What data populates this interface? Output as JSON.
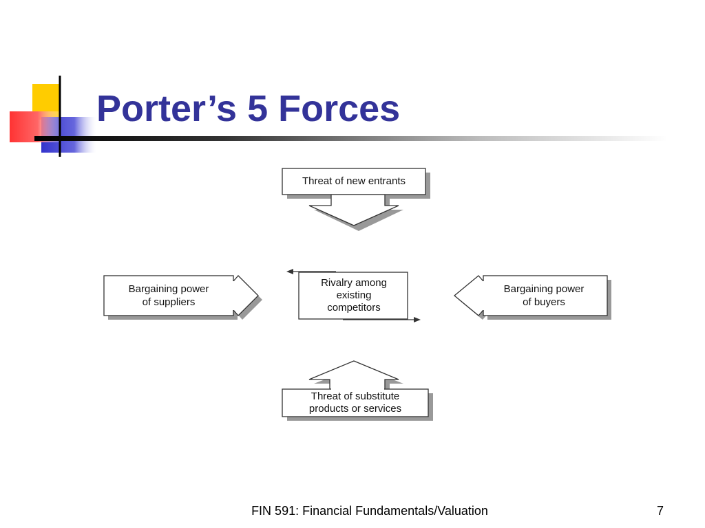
{
  "slide": {
    "title": "Porter’s 5 Forces",
    "footer": "FIN 591: Financial Fundamentals/Valuation",
    "page_number": "7"
  },
  "forces": {
    "new_entrants": [
      "Threat of new entrants"
    ],
    "suppliers": [
      "Bargaining power",
      "of suppliers"
    ],
    "rivalry": [
      "Rivalry among",
      "existing",
      "competitors"
    ],
    "buyers": [
      "Bargaining power",
      "of buyers"
    ],
    "substitutes": [
      "Threat of substitute",
      "products or services"
    ]
  },
  "colors": {
    "title": "#333399",
    "logo_yellow": "#ffcc00",
    "logo_red": "#ff3333",
    "logo_blue": "#3333cc",
    "box_shadow": "#999999"
  }
}
